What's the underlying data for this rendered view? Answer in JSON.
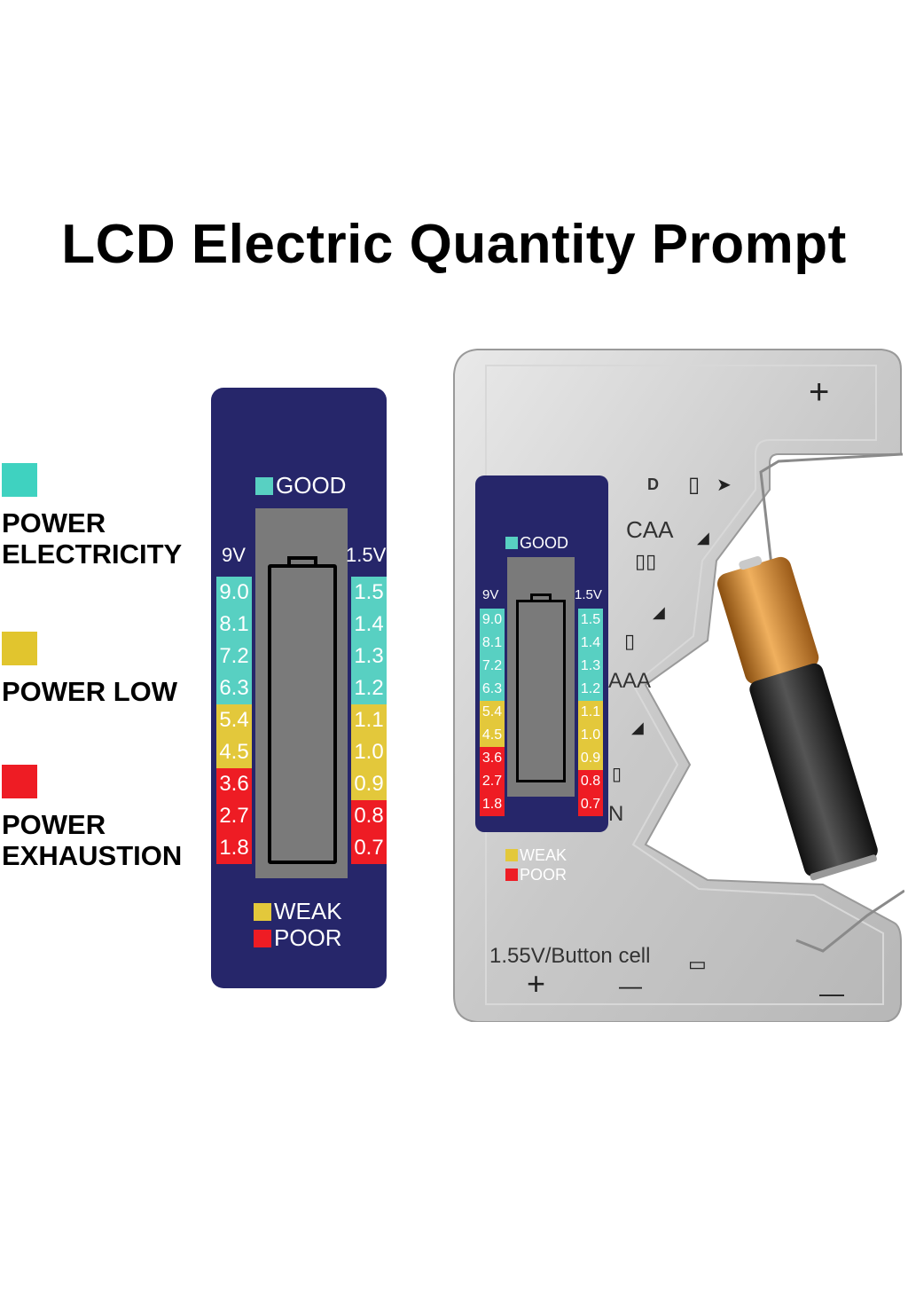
{
  "title": "LCD Electric Quantity Prompt",
  "colors": {
    "good": "#58d0c2",
    "weak": "#e3c83b",
    "poor": "#ee1c24",
    "panel": "#26266a"
  },
  "legend": [
    {
      "text": "POWER\nELECTRICITY",
      "color": "#3fd2c0"
    },
    {
      "text": "POWER LOW",
      "color": "#e1c52e"
    },
    {
      "text": "POWER\nEXHAUSTION",
      "color": "#ee1c24"
    }
  ],
  "lcd": {
    "good_label": "GOOD",
    "weak_label": "WEAK",
    "poor_label": "POOR",
    "left_header": "9V",
    "right_header": "1.5V",
    "left_scale": [
      {
        "v": "9.0",
        "c": "good"
      },
      {
        "v": "8.1",
        "c": "good"
      },
      {
        "v": "7.2",
        "c": "good"
      },
      {
        "v": "6.3",
        "c": "good"
      },
      {
        "v": "5.4",
        "c": "weak"
      },
      {
        "v": "4.5",
        "c": "weak"
      },
      {
        "v": "3.6",
        "c": "poor"
      },
      {
        "v": "2.7",
        "c": "poor"
      },
      {
        "v": "1.8",
        "c": "poor"
      }
    ],
    "right_scale": [
      {
        "v": "1.5",
        "c": "good"
      },
      {
        "v": "1.4",
        "c": "good"
      },
      {
        "v": "1.3",
        "c": "good"
      },
      {
        "v": "1.2",
        "c": "good"
      },
      {
        "v": "1.1",
        "c": "weak"
      },
      {
        "v": "1.0",
        "c": "weak"
      },
      {
        "v": "0.9",
        "c": "weak"
      },
      {
        "v": "0.8",
        "c": "poor"
      },
      {
        "v": "0.7",
        "c": "poor"
      }
    ]
  },
  "device": {
    "labels": {
      "d": "D",
      "caa": "CAA",
      "aaa": "AAA",
      "n": "N",
      "button": "1.55V/Button cell"
    },
    "plus": "+",
    "minus": "—"
  }
}
